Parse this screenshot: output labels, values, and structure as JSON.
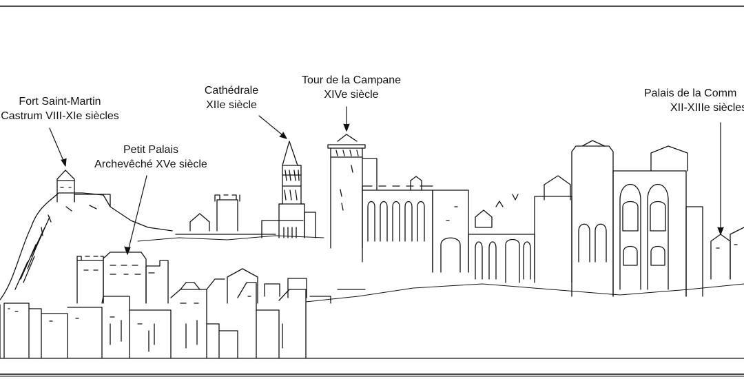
{
  "labels": {
    "fort": {
      "line1": "Fort Saint-Martin",
      "line2": "Castrum VIII-XIe siècles"
    },
    "petit_palais": {
      "line1": "Petit Palais",
      "line2": "Archevêché XVe siècle"
    },
    "cathedrale": {
      "line1": "Cathédrale",
      "line2": "XIIe siècle"
    },
    "tour": {
      "line1": "Tour de la Campane",
      "line2": "XIVe siècle"
    },
    "palais_communes": {
      "line1": "Palais de la Comm",
      "line2": "XII-XIIIe siècles"
    }
  }
}
